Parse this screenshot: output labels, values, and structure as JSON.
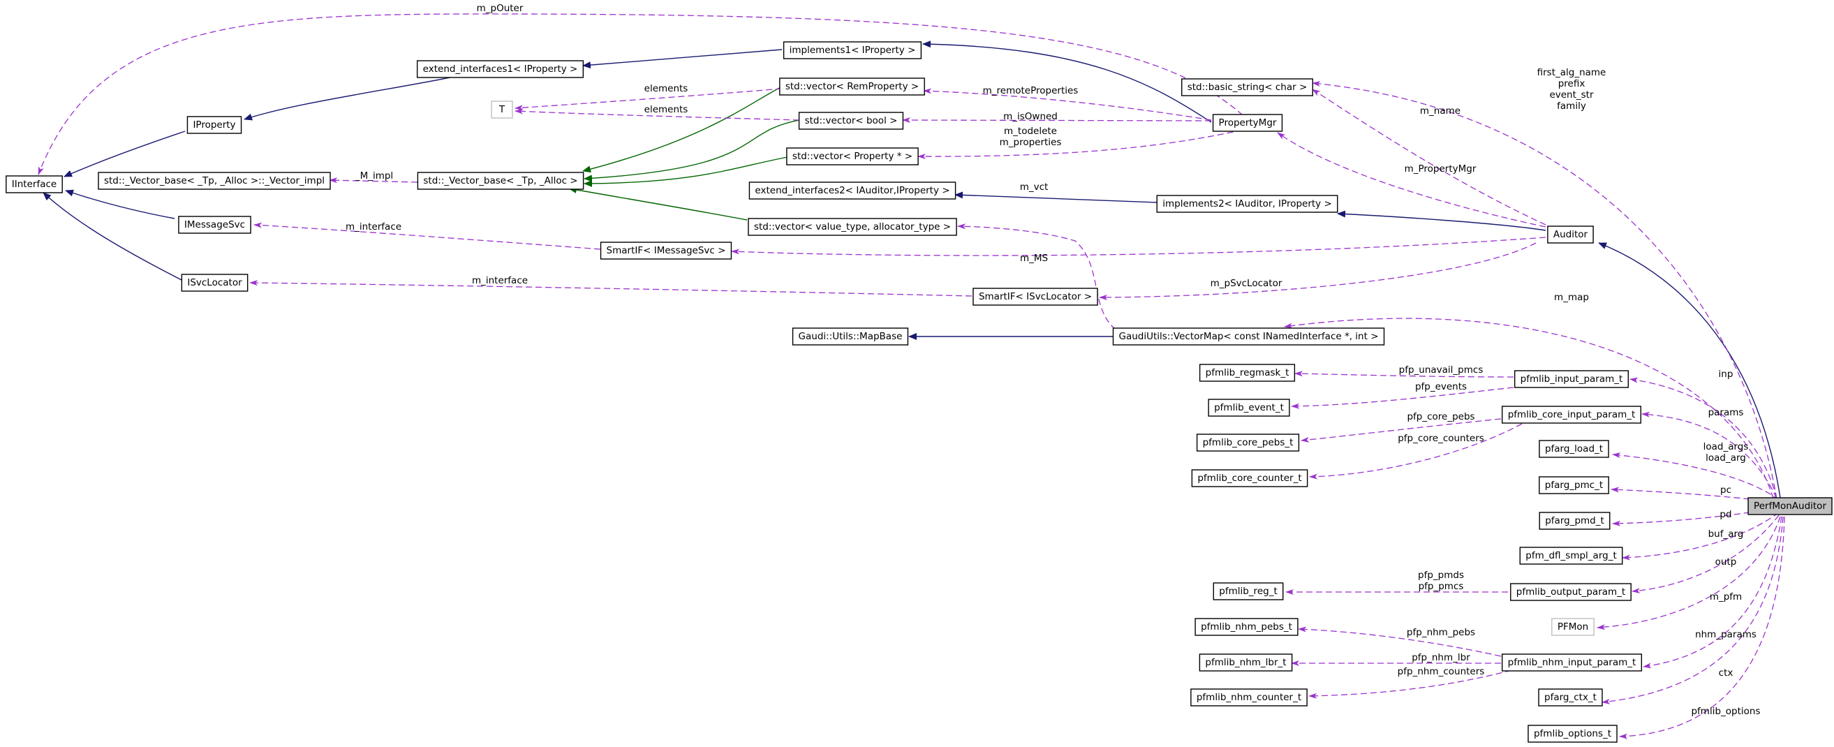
{
  "colors": {
    "inheritance_edge": "#191970",
    "template_edge": "#006400",
    "usage_edge": "#9a32cd",
    "highlight_node_fill": "#bfbfbf",
    "grey_node_border": "#bfbfbf"
  },
  "nodes": {
    "ext1": "extend_interfaces1< IProperty >",
    "impl1": "implements1< IProperty >",
    "iproperty": "IProperty",
    "iinterface": "IInterface",
    "T": "T",
    "vec_rem": "std::vector< RemProperty >",
    "vec_bool": "std::vector< bool >",
    "vec_prop": "std::vector< Property * >",
    "vec_val": "std::vector< value_type, allocator_type >",
    "vb_impl": "std::_Vector_base< _Tp, _Alloc >::_Vector_impl",
    "vb": "std::_Vector_base< _Tp, _Alloc >",
    "imsgsvc": "IMessageSvc",
    "isvcloc": "ISvcLocator",
    "smartif_msg": "SmartIF< IMessageSvc >",
    "smartif_svc": "SmartIF< ISvcLocator >",
    "ext2": "extend_interfaces2< IAuditor,IProperty >",
    "impl2": "implements2< IAuditor, IProperty >",
    "basic_string": "std::basic_string< char >",
    "propmgr": "PropertyMgr",
    "auditor": "Auditor",
    "mapbase": "Gaudi::Utils::MapBase",
    "vecmap": "GaudiUtils::VectorMap< const INamedInterface *, int >",
    "regmask": "pfmlib_regmask_t",
    "event": "pfmlib_event_t",
    "core_pebs": "pfmlib_core_pebs_t",
    "core_counter": "pfmlib_core_counter_t",
    "input_param": "pfmlib_input_param_t",
    "core_input": "pfmlib_core_input_param_t",
    "load": "pfarg_load_t",
    "pmc": "pfarg_pmc_t",
    "pmd": "pfarg_pmd_t",
    "dfl": "pfm_dfl_smpl_arg_t",
    "reg": "pfmlib_reg_t",
    "output_param": "pfmlib_output_param_t",
    "pfmon": "PFMon",
    "nhm_pebs": "pfmlib_nhm_pebs_t",
    "nhm_lbr": "pfmlib_nhm_lbr_t",
    "nhm_counter": "pfmlib_nhm_counter_t",
    "nhm_input": "pfmlib_nhm_input_param_t",
    "ctx": "pfarg_ctx_t",
    "options": "pfmlib_options_t",
    "perfmon": "PerfMonAuditor"
  },
  "edge_labels": {
    "m_pOuter": "m_pOuter",
    "elements_rem": "elements",
    "elements_bool": "elements",
    "m_remoteProperties": "m_remoteProperties",
    "m_isOwned": "m_isOwned",
    "m_todelete": "m_todelete",
    "m_properties": "m_properties",
    "M_impl": "_M_impl",
    "m_interface_msg": "m_interface",
    "m_interface_svc": "m_interface",
    "m_vct": "m_vct",
    "m_MS": "m_MS",
    "m_pSvcLocator": "m_pSvcLocator",
    "m_name": "m_name",
    "m_PropertyMgr": "m_PropertyMgr",
    "auditor_strings": [
      "first_alg_name",
      "prefix",
      "event_str",
      "family"
    ],
    "m_map": "m_map",
    "inp": "inp",
    "params": "params",
    "load_args": "load_args",
    "load_arg": "load_arg",
    "pc": "pc",
    "pd": "pd",
    "buf_arg": "buf_arg",
    "outp": "outp",
    "m_pfm": "m_pfm",
    "nhm_params": "nhm_params",
    "ctx": "ctx",
    "pfmlib_options": "pfmlib_options",
    "pfp_unavail_pmcs": "pfp_unavail_pmcs",
    "pfp_events": "pfp_events",
    "pfp_core_pebs": "pfp_core_pebs",
    "pfp_core_counters": "pfp_core_counters",
    "pfp_pmds": "pfp_pmds",
    "pfp_pmcs": "pfp_pmcs",
    "pfp_nhm_pebs": "pfp_nhm_pebs",
    "pfp_nhm_lbr": "pfp_nhm_lbr",
    "pfp_nhm_counters": "pfp_nhm_counters"
  }
}
